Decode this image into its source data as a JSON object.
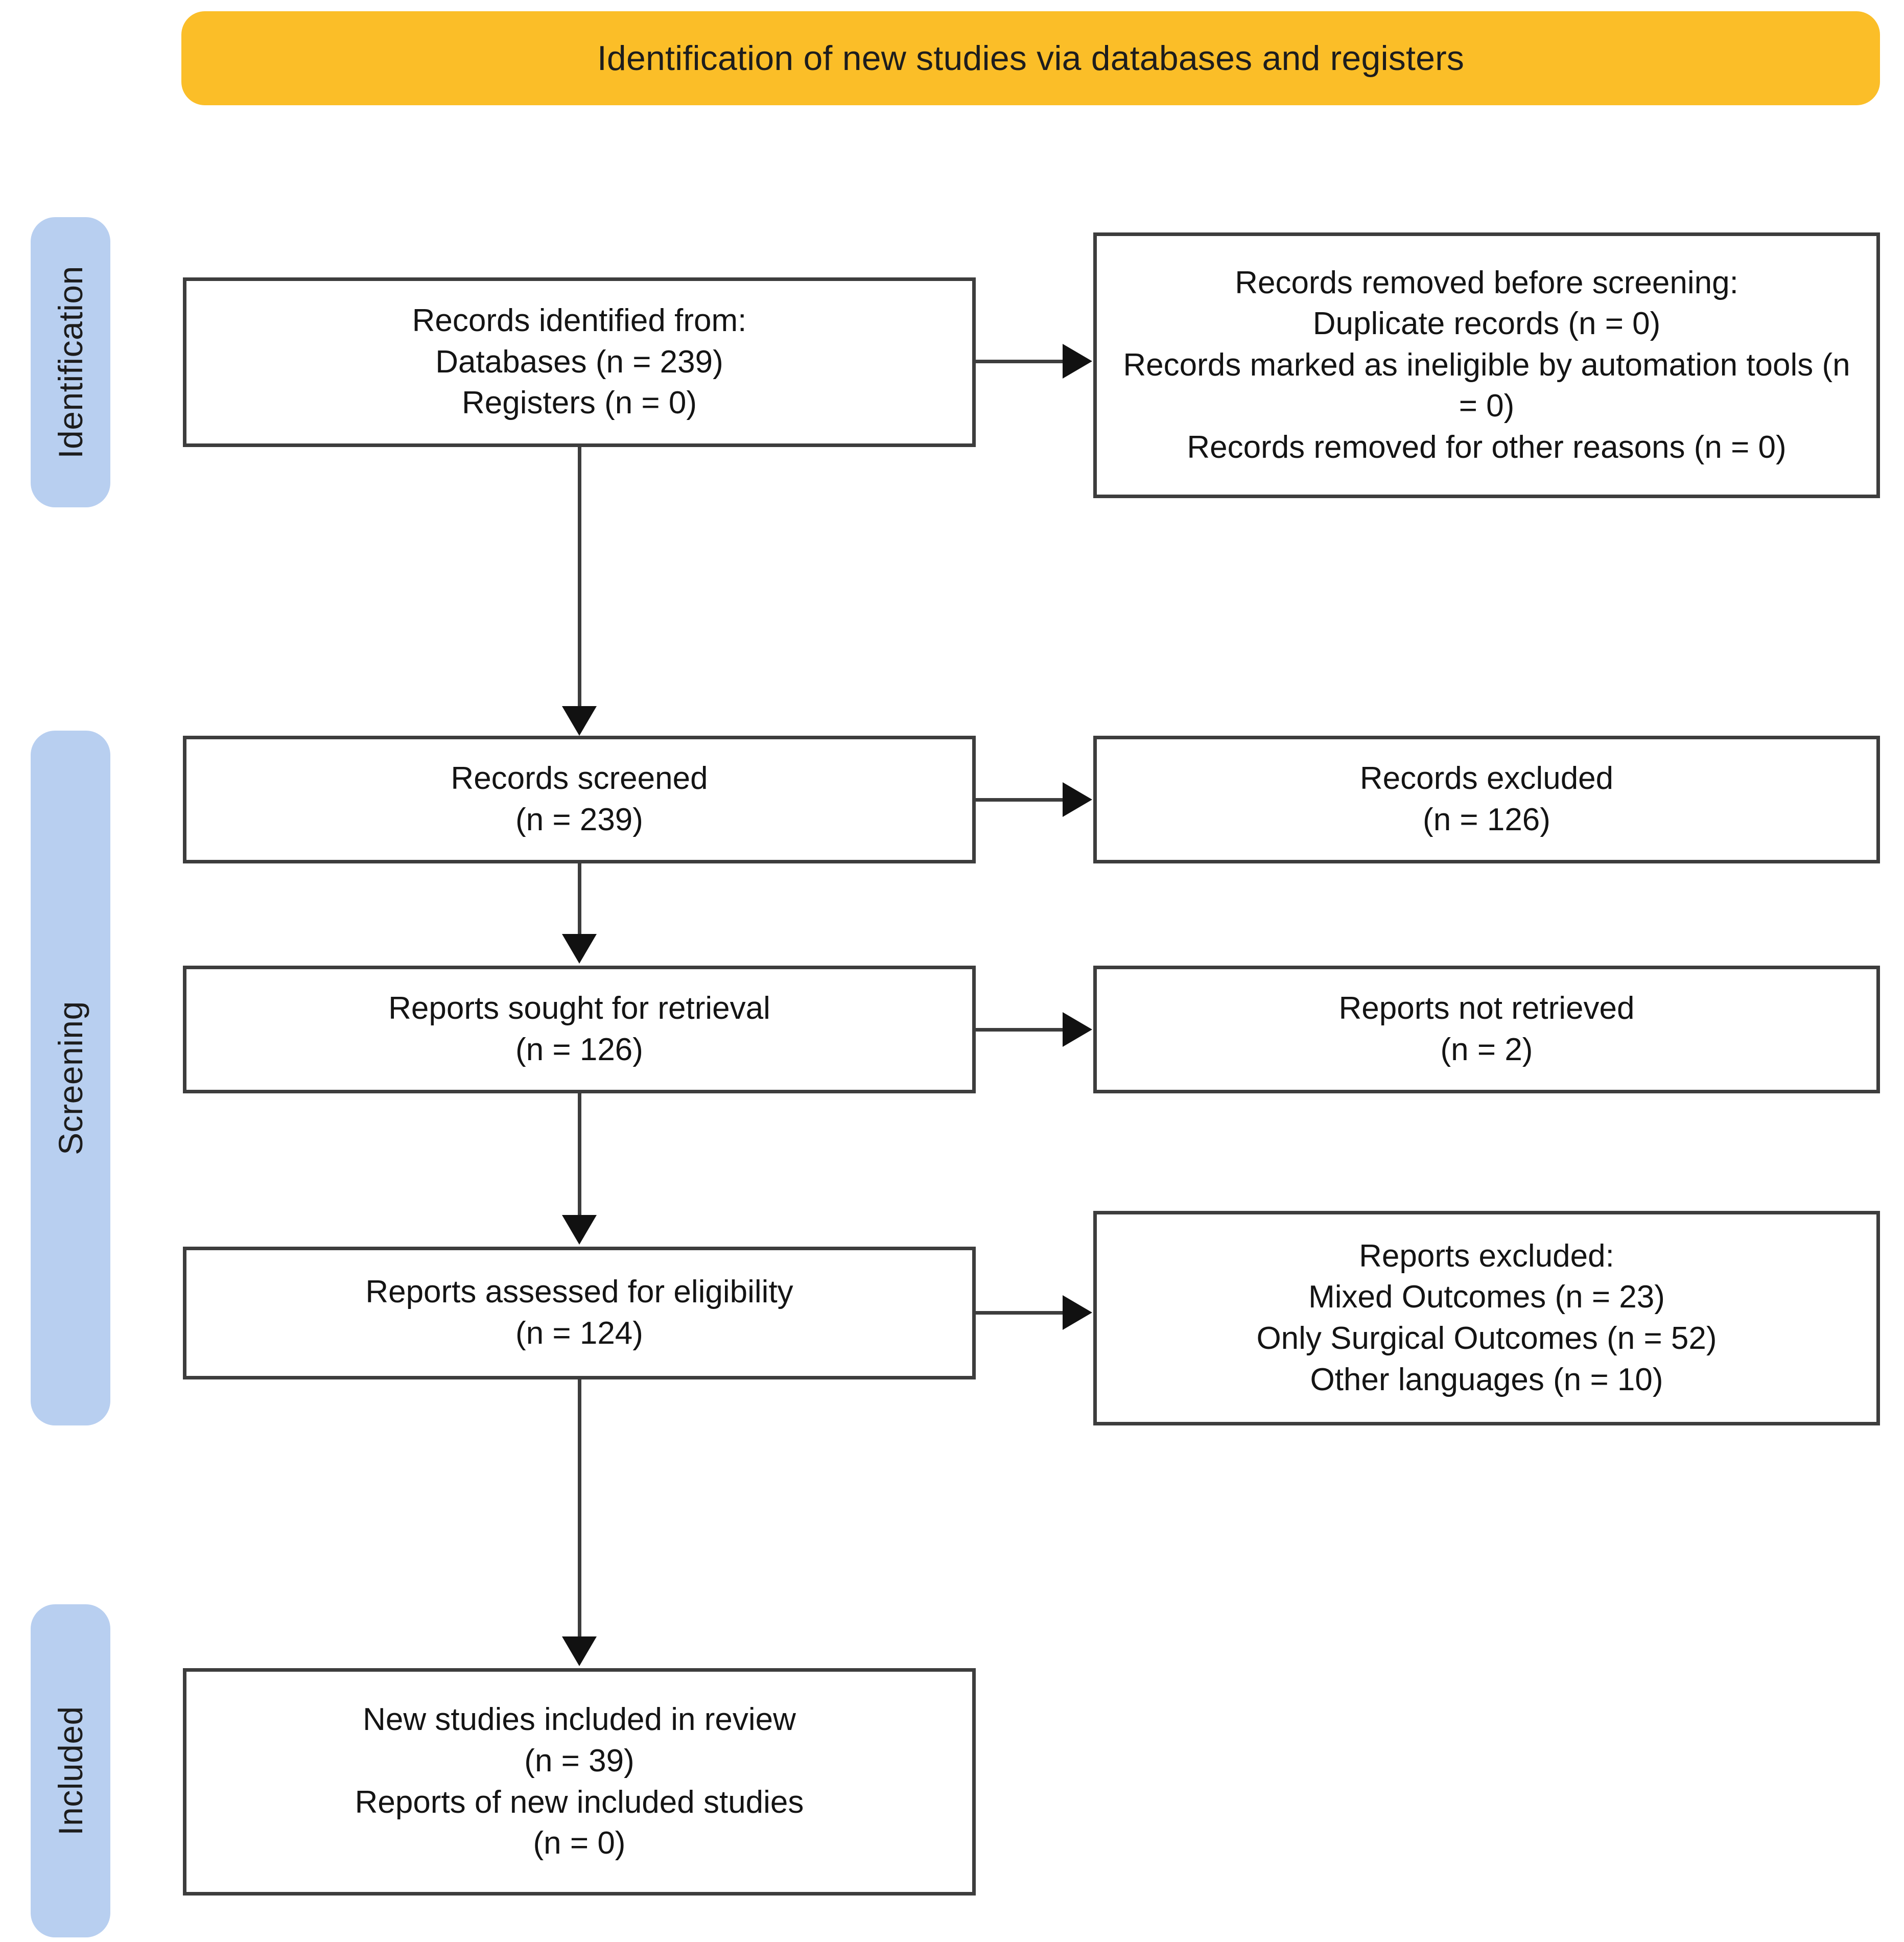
{
  "banner": {
    "title": "Identification of new studies via databases and registers",
    "color": "#fbbe28"
  },
  "stages": {
    "color": "#b8cff0",
    "identification": "Identification",
    "screening": "Screening",
    "included": "Included"
  },
  "boxes": {
    "records_identified": {
      "name": "Records identified from",
      "lines": [
        "Records identified from:",
        "Databases (n = 239)",
        "Registers (n = 0)"
      ]
    },
    "records_removed": {
      "name": "Records removed before screening",
      "lines": [
        "Records removed before screening:",
        "Duplicate records (n = 0)",
        "Records marked as ineligible by automation tools (n = 0)",
        "Records removed for other reasons (n = 0)"
      ]
    },
    "records_screened": {
      "name": "Records screened",
      "lines": [
        "Records screened",
        "(n = 239)"
      ]
    },
    "records_excluded": {
      "name": "Records excluded",
      "lines": [
        "Records excluded",
        "(n = 126)"
      ]
    },
    "reports_sought": {
      "name": "Reports sought for retrieval",
      "lines": [
        "Reports sought for retrieval",
        "(n = 126)"
      ]
    },
    "reports_not_retrieved": {
      "name": "Reports not retrieved",
      "lines": [
        "Reports not retrieved",
        "(n = 2)"
      ]
    },
    "reports_assessed": {
      "name": "Reports assessed for eligibility",
      "lines": [
        "Reports assessed for eligibility",
        "(n = 124)"
      ]
    },
    "reports_excluded": {
      "name": "Reports excluded",
      "lines": [
        "Reports excluded:",
        "Mixed Outcomes (n = 23)",
        "Only Surgical Outcomes (n = 52)",
        "Other languages (n = 10)"
      ]
    },
    "new_studies_included": {
      "name": "New studies included in review",
      "lines": [
        "New studies included in review",
        "(n = 39)",
        "Reports of new included studies",
        "(n = 0)"
      ]
    }
  },
  "chart_data": {
    "type": "diagram",
    "title": "Identification of new studies via databases and registers",
    "diagram_kind": "PRISMA 2020 flow diagram",
    "stages": [
      "Identification",
      "Screening",
      "Included"
    ],
    "nodes": [
      {
        "id": "records_identified",
        "stage": "Identification",
        "column": "left",
        "label": "Records identified from:",
        "values": {
          "Databases": 239,
          "Registers": 0
        }
      },
      {
        "id": "records_removed",
        "stage": "Identification",
        "column": "right",
        "label": "Records removed before screening:",
        "values": {
          "Duplicate records": 0,
          "Records marked as ineligible by automation tools": 0,
          "Records removed for other reasons": 0
        }
      },
      {
        "id": "records_screened",
        "stage": "Screening",
        "column": "left",
        "label": "Records screened",
        "values": {
          "n": 239
        }
      },
      {
        "id": "records_excluded",
        "stage": "Screening",
        "column": "right",
        "label": "Records excluded",
        "values": {
          "n": 126
        }
      },
      {
        "id": "reports_sought",
        "stage": "Screening",
        "column": "left",
        "label": "Reports sought for retrieval",
        "values": {
          "n": 126
        }
      },
      {
        "id": "reports_not_retrieved",
        "stage": "Screening",
        "column": "right",
        "label": "Reports not retrieved",
        "values": {
          "n": 2
        }
      },
      {
        "id": "reports_assessed",
        "stage": "Screening",
        "column": "left",
        "label": "Reports assessed for eligibility",
        "values": {
          "n": 124
        }
      },
      {
        "id": "reports_excluded",
        "stage": "Screening",
        "column": "right",
        "label": "Reports excluded:",
        "values": {
          "Mixed Outcomes": 23,
          "Only Surgical Outcomes": 52,
          "Other languages": 10
        }
      },
      {
        "id": "new_studies_included",
        "stage": "Included",
        "column": "left",
        "label": "New studies included in review",
        "values": {
          "New studies included in review": 39,
          "Reports of new included studies": 0
        }
      }
    ],
    "edges": [
      {
        "from": "records_identified",
        "to": "records_removed",
        "direction": "right"
      },
      {
        "from": "records_identified",
        "to": "records_screened",
        "direction": "down"
      },
      {
        "from": "records_screened",
        "to": "records_excluded",
        "direction": "right"
      },
      {
        "from": "records_screened",
        "to": "reports_sought",
        "direction": "down"
      },
      {
        "from": "reports_sought",
        "to": "reports_not_retrieved",
        "direction": "right"
      },
      {
        "from": "reports_sought",
        "to": "reports_assessed",
        "direction": "down"
      },
      {
        "from": "reports_assessed",
        "to": "reports_excluded",
        "direction": "right"
      },
      {
        "from": "reports_assessed",
        "to": "new_studies_included",
        "direction": "down"
      }
    ]
  }
}
